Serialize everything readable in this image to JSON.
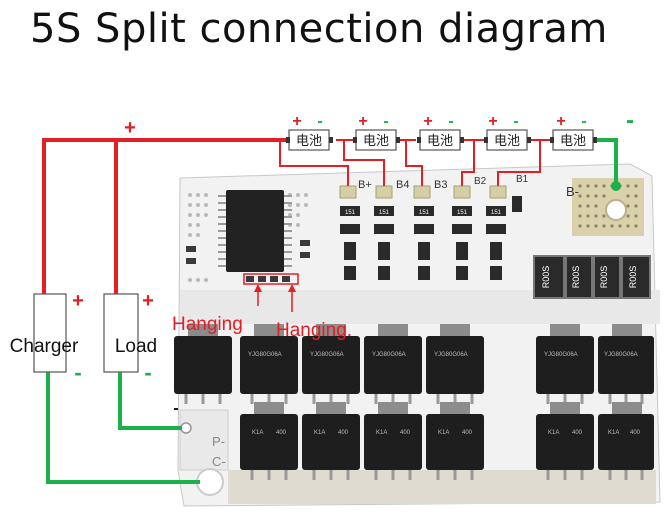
{
  "title": "5S Split connection diagram",
  "colors": {
    "positive_wire": "#e31e24",
    "negative_wire": "#1bb04a",
    "pcb": "#f2f2f2",
    "mosfet": "#1e1e1e"
  },
  "cells": [
    {
      "label": "电池",
      "plus": "+",
      "minus": "-"
    },
    {
      "label": "电池",
      "plus": "+",
      "minus": "-"
    },
    {
      "label": "电池",
      "plus": "+",
      "minus": "-"
    },
    {
      "label": "电池",
      "plus": "+",
      "minus": "-"
    },
    {
      "label": "电池",
      "plus": "+",
      "minus": "-"
    }
  ],
  "pads": [
    "B+",
    "B4",
    "B3",
    "B2",
    "B1",
    "B-"
  ],
  "devices": {
    "charger": {
      "label": "Charger",
      "plus": "+",
      "minus": "-"
    },
    "load": {
      "label": "Load",
      "plus": "+",
      "minus": "-"
    }
  },
  "top_plus": "+",
  "top_minus": "-",
  "hanging_label": "Hanging",
  "hanging_label_2": "Hanging.",
  "terminals": {
    "p_minus": "P-",
    "c_minus": "C-"
  },
  "resistor_label": "R00S",
  "balance_label": "151",
  "mosfet_labels": [
    "YJG80G06A",
    "K1A",
    "400"
  ]
}
